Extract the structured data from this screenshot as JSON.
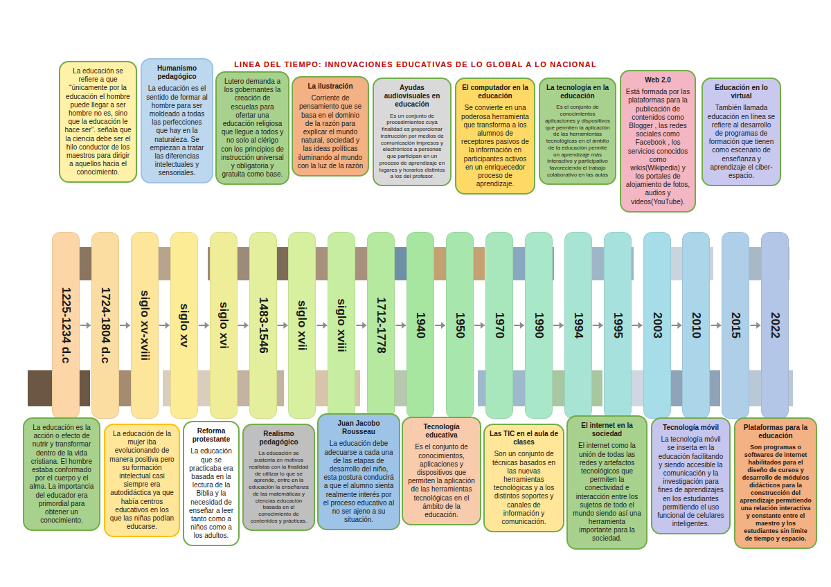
{
  "diagram": {
    "title": "LINEA DEL TIEMPO: INNOVACIONES EDUCATIVAS DE LO GLOBAL A LO NACIONAL",
    "nodes": [
      {
        "text": [
          "La educación se refiere a que “únicamente por la educación el hombre puede llegar a ser hombre no es, sino que la educación le hace ser”. señala que la ciencia debe ser el hilo conductor de los maestros para dirigir a aquellos hacia el conocimiento."
        ]
      },
      {
        "text": [
          "Humanismo pedagógico",
          "La educación es el sentido de formar al hombre para ser moldeado a todas las perfecciones que hay en la naturaleza. Se empiezan a tratar las diferencias intelectuales y sensoriales."
        ]
      },
      {
        "text": [
          "Lutero demanda a los gobernantes la creación de escuelas para ofertar una educación religiosa que llegue a todos y no solo al clérigo con los principios de instrucción universal y obligatoria y gratuita como base."
        ]
      },
      {
        "text": [
          "La ilustración",
          "Corriente de pensamiento que se basa en el dominio de la razón para explicar el mundo natural, sociedad y las ideas políticas iluminando al mundo con la luz de la razón"
        ]
      },
      {
        "text": [
          "Ayudas audiovisuales en educación",
          "Es un conjunto de procedimientos cuya finalidad es proporcionar instrucción por medios de comunicación impresos y electrónicos a personas que participan en un proceso de aprendizaje en lugares y horarios distintos a los del profesor."
        ]
      },
      {
        "text": [
          "El computador en la educación",
          "Se convierte en una poderosa herramienta que transforma a los alumnos de receptores pasivos de la información en participantes activos en un enriquecedor proceso de aprendizaje."
        ]
      },
      {
        "text": [
          "La tecnología en la educación",
          "Es el conjunto de conocimientos aplicaciones y dispositivos que permiten la aplicación de las herramientas tecnológicas en el ámbito de la educación permite un aprendizaje más interactivo y participativo favoreciendo el trabajo colaborativo en las aulas"
        ]
      },
      {
        "text": [
          "Web 2.0",
          "Está formada por las plataformas para la publicación de contenidos como Blogger , las redes sociales como Facebook , los servicios conocidos como wikis(Wikipedia) y los portales de alojamiento de fotos, audios y videos(YouTube)."
        ]
      },
      {
        "text": [
          "Educación en lo virtual",
          "También llamada educación en línea se refiere al desarrollo de programas de formación que tienen como escenario de enseñanza y aprendizaje el ciber-espacio."
        ]
      },
      {
        "text": [
          "1225-1234 d.c"
        ]
      },
      {
        "text": [
          "1724-1804 d.c"
        ]
      },
      {
        "text": [
          "siglo xv-xviii"
        ]
      },
      {
        "text": [
          "siglo xv"
        ]
      },
      {
        "text": [
          "siglo xvi"
        ]
      },
      {
        "text": [
          "1483-1546"
        ]
      },
      {
        "text": [
          "siglo xvii"
        ]
      },
      {
        "text": [
          "siglo xviii"
        ]
      },
      {
        "text": [
          "1712-1778"
        ]
      },
      {
        "text": [
          "1940"
        ]
      },
      {
        "text": [
          "1950"
        ]
      },
      {
        "text": [
          "1970"
        ]
      },
      {
        "text": [
          "1990"
        ]
      },
      {
        "text": [
          "1994"
        ]
      },
      {
        "text": [
          "1995"
        ]
      },
      {
        "text": [
          "2003"
        ]
      },
      {
        "text": [
          "2010"
        ]
      },
      {
        "text": [
          "2015"
        ]
      },
      {
        "text": [
          "2022"
        ]
      },
      {
        "text": [
          "La educación es la acción o efecto de nutrir y transformar dentro de la vida cristiana. El hombre estaba conformado por el cuerpo y el alma. La importancia del educador era primordial para obtener un conocimiento."
        ]
      },
      {
        "text": [
          "La educación de la mujer iba evolucionando de manera positiva pero su formación intelectual casi siempre era autodidáctica ya que había centros educativos en los que las niñas podían educarse."
        ]
      },
      {
        "text": [
          "Reforma protestante",
          "La educación que se practicaba era basada en la lectura de la Biblia y la necesidad de enseñar a leer tanto como a niños como a los adultos."
        ]
      },
      {
        "text": [
          "Realismo pedagógico",
          "La educación se sustenta en motivos realistas con la finalidad de utilizar lo que se aprende, entre en la educación la enseñanza de las matemáticas y ciencias educación basada en el conocimiento de contenidos y prácticas."
        ]
      },
      {
        "text": [
          "Juan Jacobo Rousseau",
          "La educación debe adecuarse a cada una de las etapas de desarrollo del niño, esta postura conducirá a que el alumno sienta realmente interés por el proceso educativo al no ser ajeno a su situación."
        ]
      },
      {
        "text": [
          "Tecnología educativa",
          "Es el conjunto de conocimientos, aplicaciones y dispositivos que permiten la aplicación de las herramientas tecnológicas en el ámbito de la educación."
        ]
      },
      {
        "text": [
          "Las TIC en el aula de clases",
          "Son un conjunto de técnicas basados en las nuevas herramientas tecnológicas y a los distintos soportes y canales de información y comunicación."
        ]
      },
      {
        "text": [
          "El internet en la sociedad",
          "El internet como la unión de todas las redes y artefactos tecnológicos que permiten la conectividad e interacción entre los sujetos de todo el mundo siendo así una herramienta importante para la sociedad."
        ]
      },
      {
        "text": [
          "Tecnología móvil",
          "La tecnología móvil se inserta en la educación facilitando y siendo accesible la comunicación y la investigación para fines de aprendizajes en los estudiantes permitiendo el uso funcional de celulares inteligentes."
        ]
      },
      {
        "text": [
          "Plataformas para la educación",
          "Son programas o softwares de internet habilitados para el diseño de cursos y desarrollo de módulos didácticos para la construcción del aprendizaje permitiendo una relación interactiva y constante entre el maestro y los estudiantes sin límite de tiempo y espacio."
        ]
      }
    ],
    "edges": [
      {
        "from": 9,
        "to": 10,
        "arrow": "to"
      },
      {
        "from": 10,
        "to": 11,
        "arrow": "to"
      },
      {
        "from": 11,
        "to": 12,
        "arrow": "to"
      },
      {
        "from": 12,
        "to": 13,
        "arrow": "to"
      },
      {
        "from": 13,
        "to": 14,
        "arrow": "to"
      },
      {
        "from": 14,
        "to": 15,
        "arrow": "to"
      },
      {
        "from": 15,
        "to": 16,
        "arrow": "to"
      },
      {
        "from": 16,
        "to": 17,
        "arrow": "to"
      },
      {
        "from": 17,
        "to": 18,
        "arrow": "to"
      },
      {
        "from": 18,
        "to": 19,
        "arrow": "to"
      },
      {
        "from": 19,
        "to": 20,
        "arrow": "to"
      },
      {
        "from": 20,
        "to": 21,
        "arrow": "to"
      },
      {
        "from": 21,
        "to": 22,
        "arrow": "to"
      },
      {
        "from": 22,
        "to": 23,
        "arrow": "to"
      },
      {
        "from": 23,
        "to": 24,
        "arrow": "to"
      },
      {
        "from": 24,
        "to": 25,
        "arrow": "to"
      },
      {
        "from": 25,
        "to": 26,
        "arrow": "to"
      },
      {
        "from": 26,
        "to": 27,
        "arrow": "to"
      }
    ]
  }
}
